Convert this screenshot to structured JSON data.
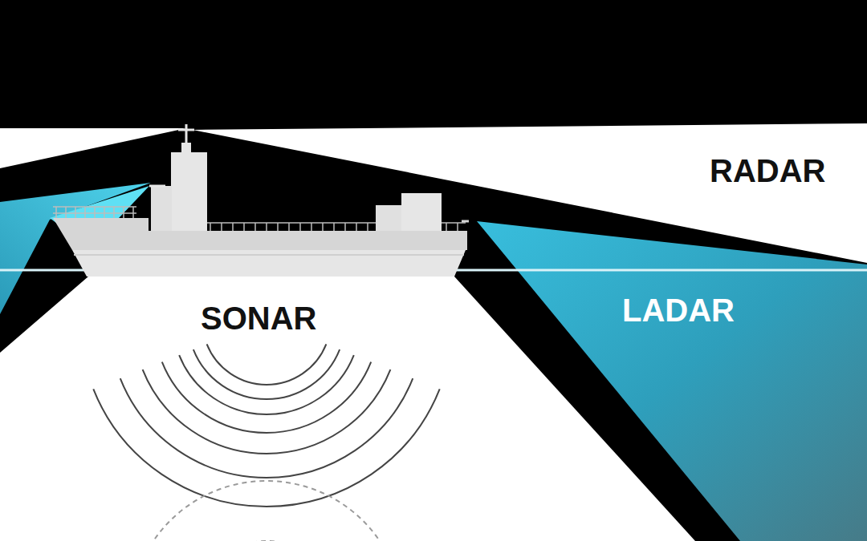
{
  "diagram": {
    "labels": [
      "RADAR",
      "SONAR",
      "LADAR"
    ]
  }
}
